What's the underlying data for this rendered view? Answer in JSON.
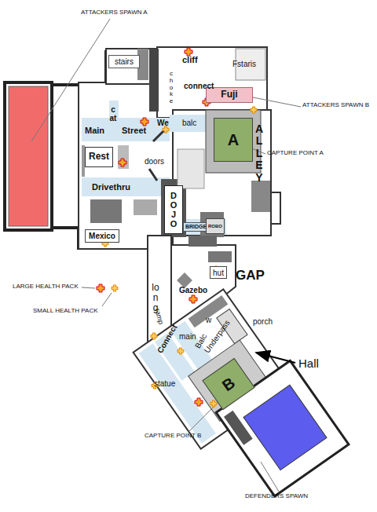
{
  "diagram": {
    "nodes": [
      {
        "text": [
          "stairs"
        ]
      },
      {
        "text": [
          "Fuji"
        ]
      },
      {
        "text": [
          "A"
        ]
      },
      {
        "text": [
          "Rest"
        ]
      },
      {
        "text": [
          "DOJO"
        ]
      },
      {
        "text": [
          "BRIDGE"
        ]
      },
      {
        "text": [
          "ROBO"
        ]
      },
      {
        "text": [
          "Mexico"
        ]
      },
      {
        "text": [
          "hut"
        ]
      },
      {
        "text": [
          "B"
        ]
      }
    ],
    "labels": [
      "ATTACKERS SPAWN A",
      "cliff",
      "Fstaris",
      "choke",
      "connect",
      "ATTACKERS SPAWN B",
      "Main",
      "cat",
      "Street",
      "We",
      "balc",
      "ALLEY",
      "CAPTURE POINT A",
      "doors",
      "Drivethru",
      "GAP",
      "long",
      "Gazebo",
      "ramp",
      "w",
      "porch",
      "main",
      "Connect",
      "Balc",
      "Underpass",
      "Hall",
      "statue",
      "CAPTURE POINT B",
      "DEFENDERS SPAWN"
    ],
    "legend": [
      {
        "text": "LARGE HEALTH PACK"
      },
      {
        "text": "SMALL HEALTH PACK"
      }
    ]
  }
}
